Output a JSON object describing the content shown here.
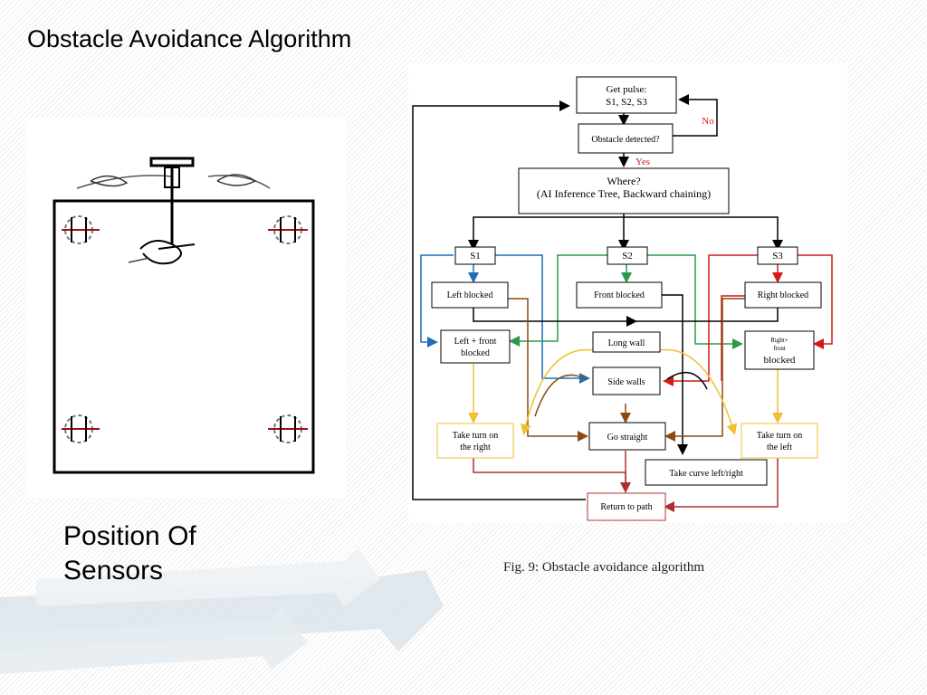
{
  "slide": {
    "title": "Obstacle Avoidance Algorithm",
    "sensor_caption_line1": "Position Of",
    "sensor_caption_line2": "Sensors"
  },
  "flowchart": {
    "caption": "Fig. 9: Obstacle avoidance algorithm",
    "nodes": {
      "get_pulse_line1": "Get pulse:",
      "get_pulse_line2": "S1, S2, S3",
      "obstacle_detected": "Obstacle detected?",
      "no_label": "No",
      "yes_label": "Yes",
      "where_line1": "Where?",
      "where_line2": "(AI Inference Tree, Backward chaining)",
      "s1": "S1",
      "s2": "S2",
      "s3": "S3",
      "left_blocked": "Left blocked",
      "front_blocked": "Front blocked",
      "right_blocked": "Right blocked",
      "left_front_line1": "Left + front",
      "left_front_line2": "blocked",
      "long_wall": "Long wall",
      "side_walls": "Side walls",
      "right_front_line1": "Right+",
      "right_front_line2": "front",
      "right_front_line3": "blocked",
      "take_turn_right_line1": "Take turn on",
      "take_turn_right_line2": "the right",
      "go_straight": "Go straight",
      "take_turn_left_line1": "Take turn on",
      "take_turn_left_line2": "the left",
      "take_curve": "Take curve left/right",
      "return_to_path": "Return to path"
    }
  },
  "colors": {
    "blue": "#1f6fb2",
    "green": "#2a9a4a",
    "red": "#d11a1a",
    "brown": "#8b4a12",
    "yellow": "#f0c030",
    "dark_red": "#b03030"
  }
}
